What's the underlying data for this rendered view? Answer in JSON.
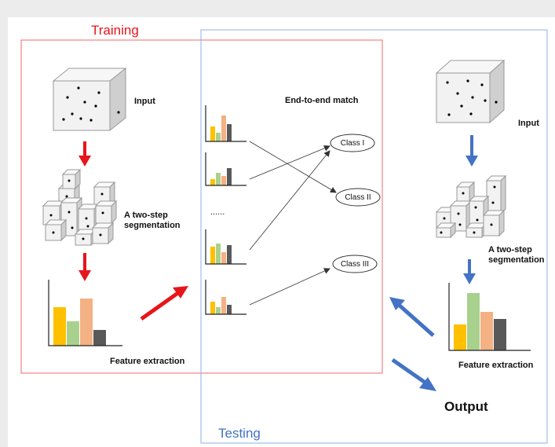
{
  "regions": {
    "training": {
      "title": "Training",
      "color": "#f06a6a"
    },
    "testing": {
      "title": "Testing",
      "color": "#7ea6e0"
    }
  },
  "labels": {
    "input_left": "Input",
    "segmentation_left": "A two-step\nsegmentation",
    "feature_left": "Feature extraction",
    "match_title": "End-to-end match",
    "ellipsis": "......",
    "input_right": "Input",
    "segmentation_right": "A two-step\nsegmentation",
    "feature_right": "Feature extraction",
    "output": "Output"
  },
  "classes": [
    {
      "label": "Class I"
    },
    {
      "label": "Class II"
    },
    {
      "label": "Class III"
    }
  ],
  "colors": {
    "arrow_training": "#e8141b",
    "arrow_testing": "#4472c4",
    "bar_yellow": "#ffc000",
    "bar_green": "#a9d18e",
    "bar_salmon": "#f4b183",
    "bar_dark": "#595959"
  },
  "icons": [
    "point-cube-icon",
    "segmented-cubes-icon",
    "bar-histogram-icon"
  ]
}
